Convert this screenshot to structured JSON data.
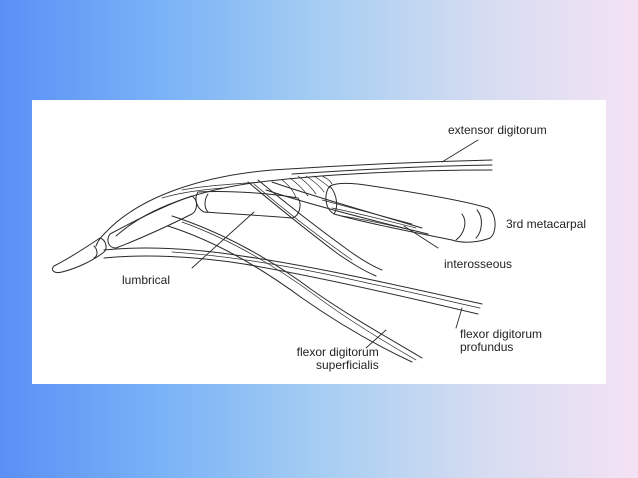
{
  "labels": {
    "extensor": "extensor digitorum",
    "metacarpal": "3rd metacarpal",
    "interosseous": "interosseous",
    "lumbrical": "lumbrical",
    "fdp_line1": "flexor digitorum",
    "fdp_line2": "profundus",
    "fds_line1": "flexor digitorum",
    "fds_line2": "superficialis"
  },
  "colors": {
    "background_left": "#5a8ff5",
    "background_right": "#f4e2f4",
    "panel": "#ffffff",
    "ink": "#2a2a2a"
  }
}
